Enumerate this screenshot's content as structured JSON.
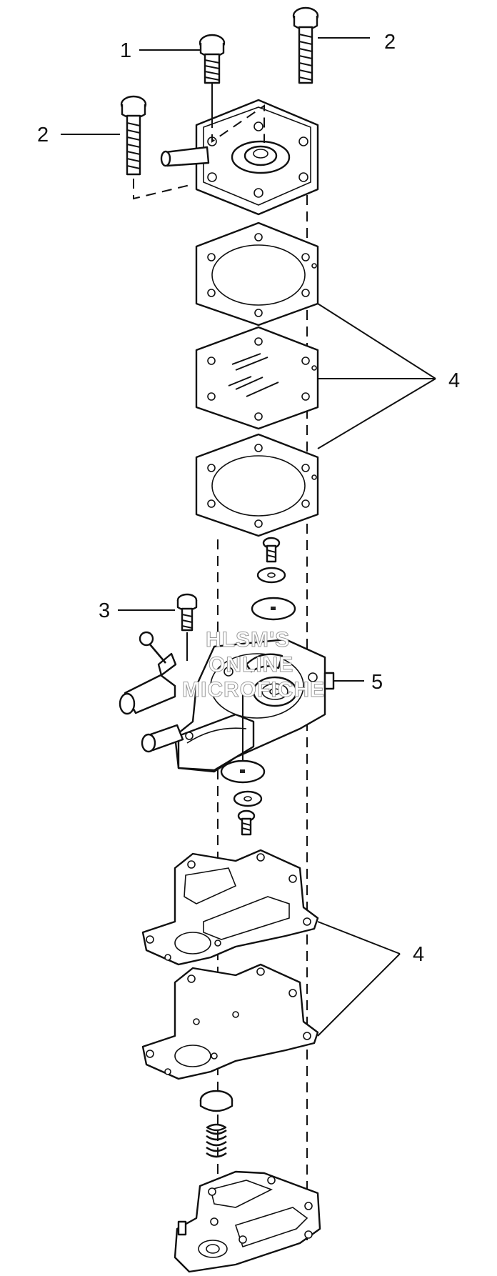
{
  "callouts": {
    "c1": "1",
    "c2_top": "2",
    "c2_left": "2",
    "c3": "3",
    "c4_upper": "4",
    "c4_lower": "4",
    "c5": "5"
  },
  "watermark": {
    "line1": "HLSM'S",
    "line2": "ONLINE",
    "line3": "MICROFICHE"
  }
}
